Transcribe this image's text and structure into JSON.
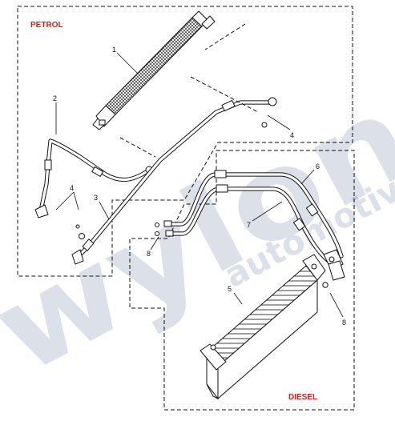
{
  "labels": {
    "petrol": "PETROL",
    "diesel": "DIESEL"
  },
  "callouts": [
    {
      "id": "c1",
      "text": "1"
    },
    {
      "id": "c2",
      "text": "2"
    },
    {
      "id": "c3",
      "text": "3"
    },
    {
      "id": "c4a",
      "text": "4"
    },
    {
      "id": "c4b",
      "text": "4"
    },
    {
      "id": "c5",
      "text": "5"
    },
    {
      "id": "c6",
      "text": "6"
    },
    {
      "id": "c7",
      "text": "7"
    },
    {
      "id": "c8a",
      "text": "8"
    },
    {
      "id": "c8b",
      "text": "8"
    }
  ],
  "watermark": {
    "brand": "wylon",
    "tagline": "automotive"
  },
  "colors": {
    "region_label": "#d21f1f",
    "line": "#111111",
    "watermark": "#3c5a8c"
  }
}
